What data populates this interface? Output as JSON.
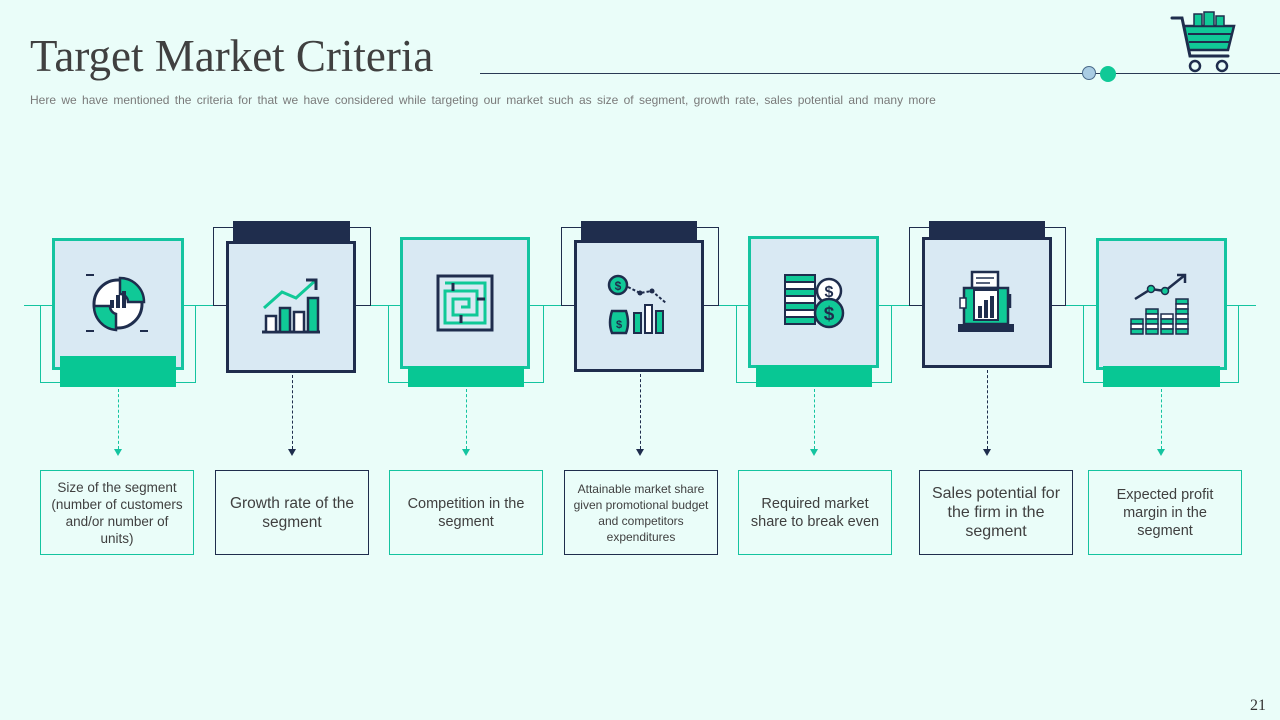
{
  "header": {
    "title": "Target Market Criteria",
    "subtitle": "Here we have mentioned the criteria for that we have considered while targeting our market such as size of segment, growth rate, sales potential and many more"
  },
  "icons": {
    "cart": "shopping-cart-icon"
  },
  "colors": {
    "background": "#eafdf9",
    "teal": "#14c4a0",
    "green": "#08c794",
    "navy": "#1f2d4d",
    "icon_fill": "#d9e9f3"
  },
  "criteria": [
    {
      "label": "Size of the segment (number of customers and/or number of units)",
      "icon": "pie-chart-icon",
      "theme": "teal"
    },
    {
      "label": "Growth rate of the segment",
      "icon": "growth-chart-icon",
      "theme": "dark"
    },
    {
      "label": "Competition in the segment",
      "icon": "maze-icon",
      "theme": "teal"
    },
    {
      "label": "Attainable market share given promotional budget and competitors expenditures",
      "icon": "money-bag-chart-icon",
      "theme": "dark"
    },
    {
      "label": "Required market share to break even",
      "icon": "coins-dollar-icon",
      "theme": "teal"
    },
    {
      "label": "Sales potential for the firm in the segment",
      "icon": "cash-register-icon",
      "theme": "dark"
    },
    {
      "label": "Expected profit margin in the segment",
      "icon": "coin-stack-growth-icon",
      "theme": "teal"
    }
  ],
  "page": {
    "number": "21"
  }
}
